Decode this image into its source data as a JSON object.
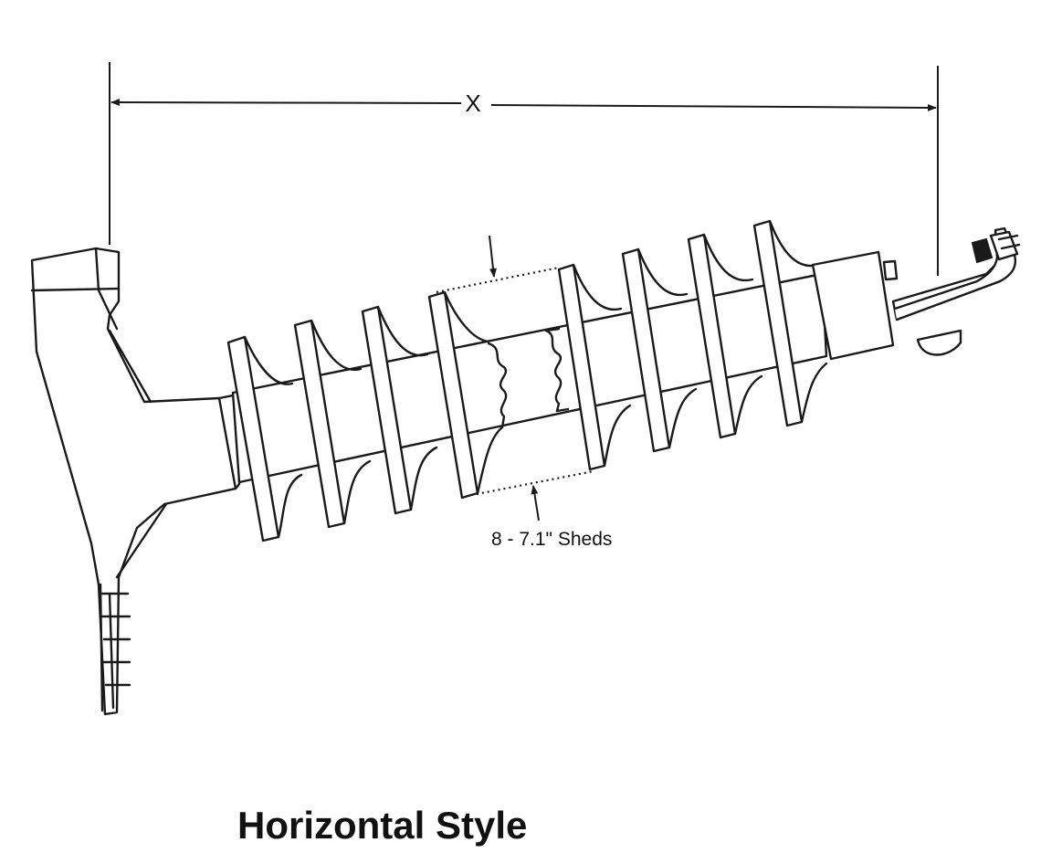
{
  "figure": {
    "dimension_label": "X",
    "shed_callout": "8 - 7.1\" Sheds",
    "caption": "Horizontal Style"
  },
  "colors": {
    "ink": "#1a1a1a",
    "background": "#ffffff"
  }
}
